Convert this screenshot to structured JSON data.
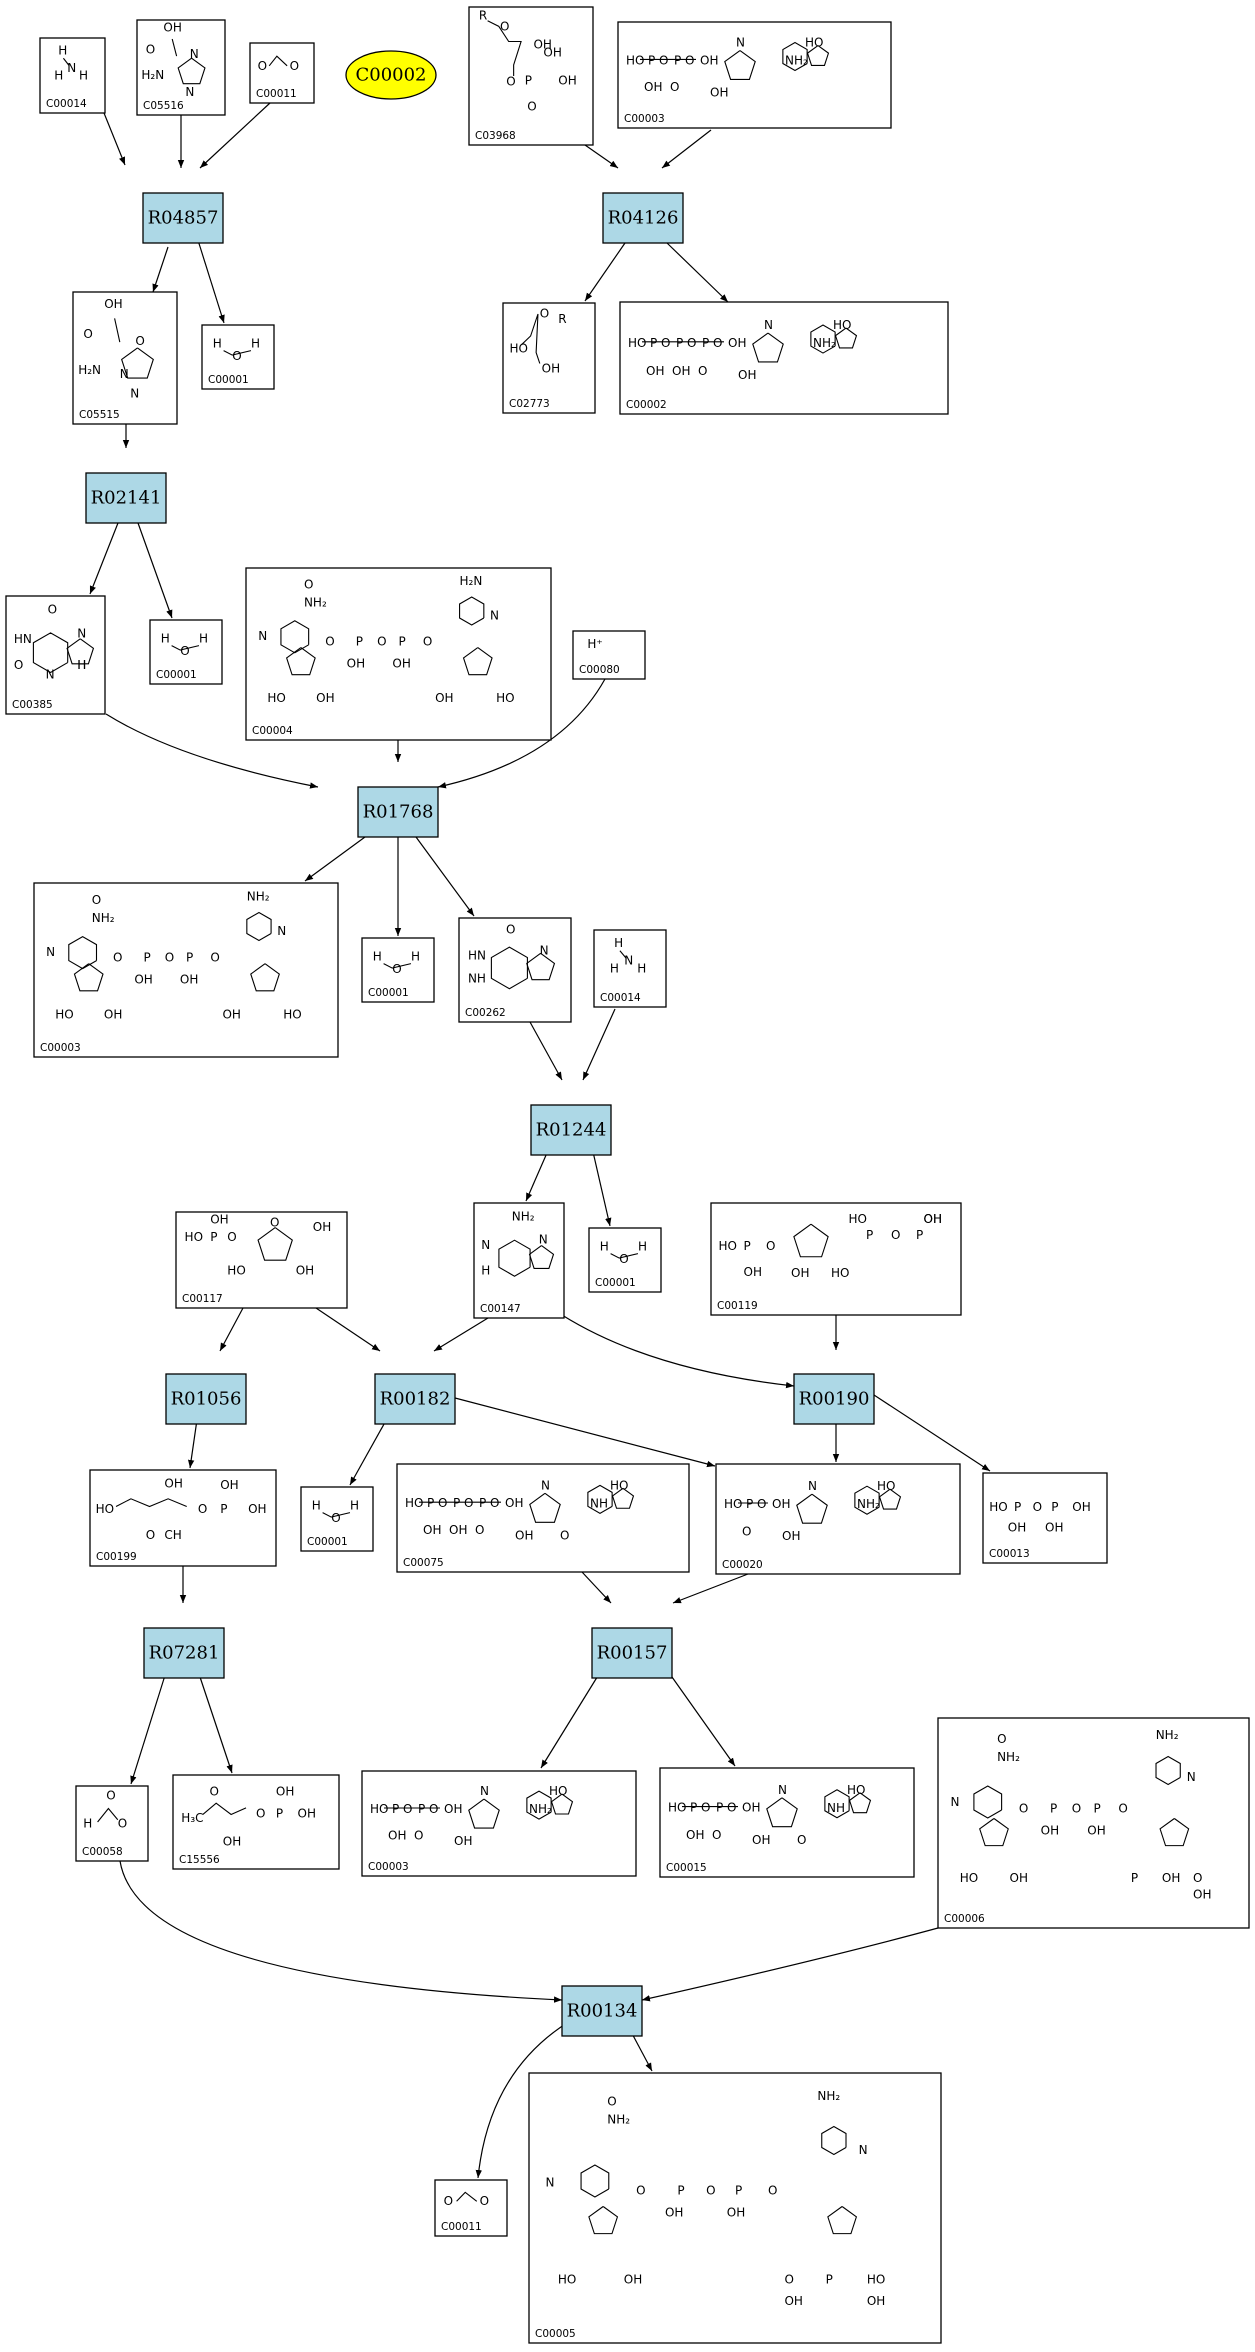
{
  "highlight": {
    "id": "C00002",
    "color": "#ffff00"
  },
  "colors": {
    "reaction_fill": "#add8e6",
    "compound_fill": "#ffffff",
    "stroke": "#000000"
  },
  "reactions": [
    {
      "id": "R04857"
    },
    {
      "id": "R04126"
    },
    {
      "id": "R02141"
    },
    {
      "id": "R01768"
    },
    {
      "id": "R01244"
    },
    {
      "id": "R01056"
    },
    {
      "id": "R00182"
    },
    {
      "id": "R00190"
    },
    {
      "id": "R07281"
    },
    {
      "id": "R00157"
    },
    {
      "id": "R00134"
    }
  ],
  "compounds": [
    {
      "key": "n1",
      "id": "C00014",
      "atoms": [
        "H",
        "N",
        "H",
        "H"
      ]
    },
    {
      "key": "n2",
      "id": "C05516",
      "atoms": [
        "OH",
        "O",
        "H₂N",
        "N",
        "N"
      ]
    },
    {
      "key": "n3",
      "id": "C00011",
      "atoms": [
        "O",
        "O"
      ]
    },
    {
      "key": "n4",
      "id": "C03968",
      "atoms": [
        "R",
        "O",
        "OH",
        "O",
        "P",
        "OH",
        "OH",
        "O"
      ]
    },
    {
      "key": "n5",
      "id": "C00003",
      "atoms": [
        "HO",
        "P",
        "O",
        "P",
        "O",
        "OH",
        "OH",
        "O",
        "N",
        "NH₂",
        "HO",
        "OH"
      ]
    },
    {
      "key": "n6",
      "id": "C05515",
      "atoms": [
        "OH",
        "O",
        "H₂N",
        "O",
        "N",
        "N"
      ]
    },
    {
      "key": "n7",
      "id": "C00001",
      "atoms": [
        "H",
        "O",
        "H"
      ]
    },
    {
      "key": "n8",
      "id": "C02773",
      "atoms": [
        "O",
        "R",
        "HO",
        "OH"
      ]
    },
    {
      "key": "n9",
      "id": "C00002",
      "atoms": [
        "HO",
        "P",
        "O",
        "P",
        "O",
        "P",
        "O",
        "OH",
        "OH",
        "OH",
        "O",
        "N",
        "NH₂",
        "HO",
        "OH"
      ]
    },
    {
      "key": "n10",
      "id": "C00385",
      "atoms": [
        "O",
        "HN",
        "N",
        "O",
        "N",
        "H",
        "H"
      ]
    },
    {
      "key": "n11",
      "id": "C00001",
      "atoms": [
        "H",
        "O",
        "H"
      ]
    },
    {
      "key": "n12",
      "id": "C00004",
      "atoms": [
        "O",
        "NH₂",
        "N",
        "O",
        "P",
        "O",
        "P",
        "O",
        "OH",
        "OH",
        "HO",
        "OH",
        "H₂N",
        "N",
        "HO",
        "OH"
      ]
    },
    {
      "key": "n13",
      "id": "C00080",
      "atoms": [
        "H⁺"
      ]
    },
    {
      "key": "n14",
      "id": "C00003",
      "atoms": [
        "O",
        "NH₂",
        "N",
        "O",
        "P",
        "O",
        "P",
        "O",
        "OH",
        "OH",
        "HO",
        "OH",
        "NH₂",
        "N",
        "HO",
        "OH"
      ]
    },
    {
      "key": "n15",
      "id": "C00001",
      "atoms": [
        "H",
        "O",
        "H"
      ]
    },
    {
      "key": "n16",
      "id": "C00262",
      "atoms": [
        "O",
        "HN",
        "N",
        "NH"
      ]
    },
    {
      "key": "n17",
      "id": "C00014",
      "atoms": [
        "H",
        "N",
        "H",
        "H"
      ]
    },
    {
      "key": "n18",
      "id": "C00117",
      "atoms": [
        "HO",
        "P",
        "O",
        "O",
        "OH",
        "HO",
        "OH",
        "OH"
      ]
    },
    {
      "key": "n19",
      "id": "C00147",
      "atoms": [
        "NH₂",
        "N",
        "N",
        "H"
      ]
    },
    {
      "key": "n20",
      "id": "C00001",
      "atoms": [
        "H",
        "O",
        "H"
      ]
    },
    {
      "key": "n21",
      "id": "C00119",
      "atoms": [
        "HO",
        "P",
        "O",
        "OH",
        "HO",
        "P",
        "O",
        "P",
        "OH",
        "HO",
        "OH",
        "OH"
      ]
    },
    {
      "key": "n22",
      "id": "C00199",
      "atoms": [
        "HO",
        "O",
        "OH",
        "CH",
        "O",
        "P",
        "OH",
        "OH"
      ]
    },
    {
      "key": "n23",
      "id": "C00001",
      "atoms": [
        "H",
        "O",
        "H"
      ]
    },
    {
      "key": "n24",
      "id": "C00075",
      "atoms": [
        "HO",
        "P",
        "O",
        "P",
        "O",
        "P",
        "O",
        "OH",
        "OH",
        "OH",
        "O",
        "N",
        "NH",
        "HO",
        "OH",
        "O"
      ]
    },
    {
      "key": "n25",
      "id": "C00020",
      "atoms": [
        "HO",
        "P",
        "O",
        "OH",
        "O",
        "N",
        "NH₂",
        "HO",
        "OH"
      ]
    },
    {
      "key": "n26",
      "id": "C00013",
      "display_id": "C00013",
      "atoms": [
        "HO",
        "P",
        "O",
        "P",
        "OH",
        "OH",
        "OH"
      ]
    },
    {
      "key": "n27",
      "id": "C00058",
      "atoms": [
        "O",
        "H",
        "O"
      ]
    },
    {
      "key": "n28",
      "id": "C15556",
      "atoms": [
        "H₃C",
        "O",
        "OH",
        "O",
        "P",
        "OH",
        "OH"
      ]
    },
    {
      "key": "n29",
      "id": "C00003",
      "atoms": [
        "HO",
        "P",
        "O",
        "P",
        "O",
        "OH",
        "OH",
        "O",
        "N",
        "NH₂",
        "HO",
        "OH"
      ]
    },
    {
      "key": "n30",
      "id": "C00015",
      "atoms": [
        "HO",
        "P",
        "O",
        "P",
        "O",
        "OH",
        "OH",
        "O",
        "N",
        "NH",
        "HO",
        "OH",
        "O"
      ]
    },
    {
      "key": "n31",
      "id": "C00006",
      "atoms": [
        "O",
        "NH₂",
        "N",
        "O",
        "P",
        "O",
        "P",
        "O",
        "OH",
        "OH",
        "HO",
        "OH",
        "NH₂",
        "N",
        "O",
        "P",
        "OH",
        "OH"
      ]
    },
    {
      "key": "n32",
      "id": "C00011",
      "atoms": [
        "O",
        "O"
      ]
    },
    {
      "key": "n33",
      "id": "C00005",
      "atoms": [
        "O",
        "NH₂",
        "N",
        "O",
        "P",
        "O",
        "P",
        "O",
        "OH",
        "OH",
        "HO",
        "OH",
        "NH₂",
        "N",
        "HO",
        "O",
        "P",
        "OH",
        "OH"
      ]
    }
  ]
}
